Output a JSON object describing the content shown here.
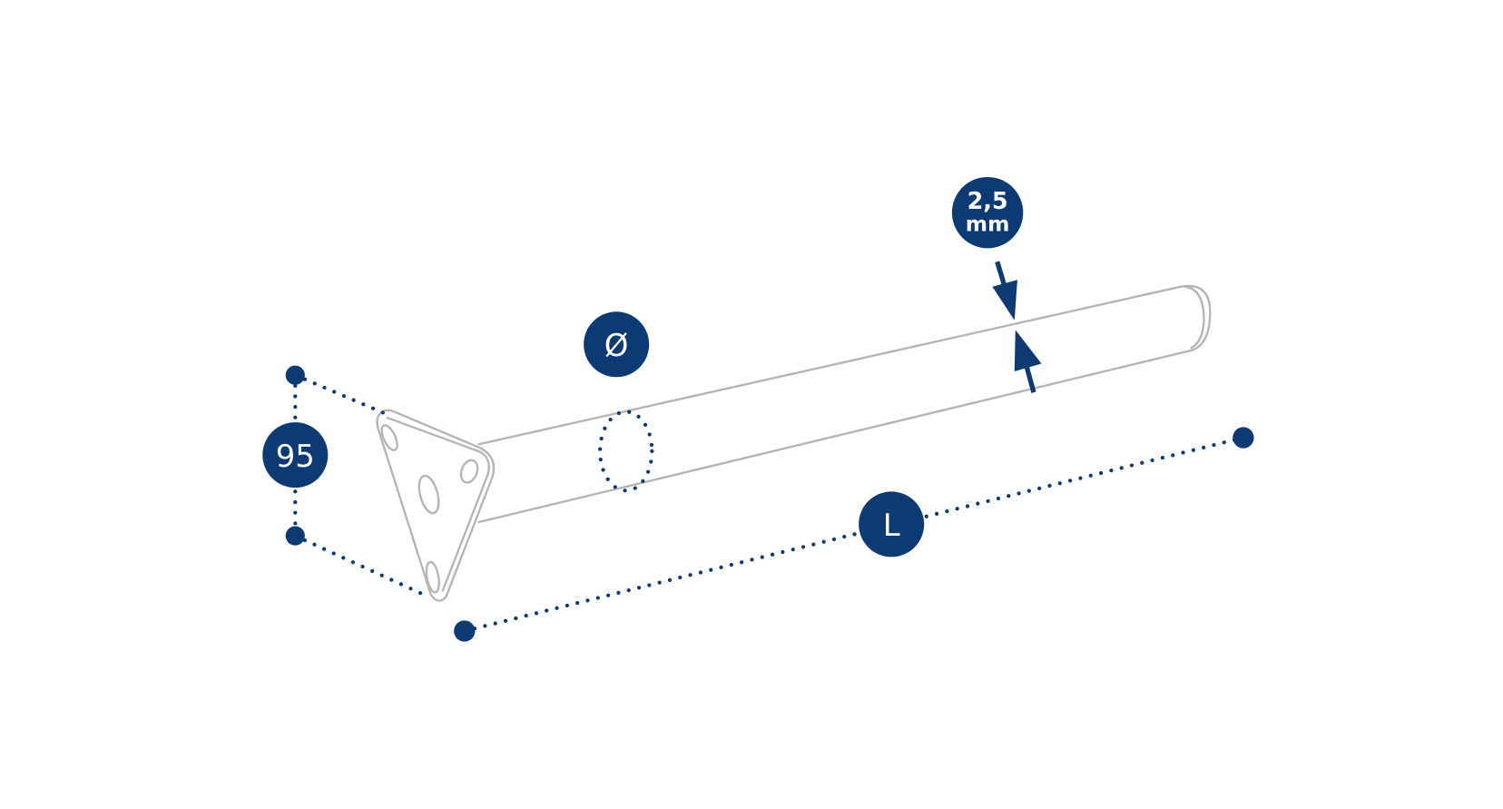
{
  "colors": {
    "accent": "#0d3a73",
    "outline": "#b5b5b5",
    "background": "#ffffff"
  },
  "labels": {
    "plate_size": "95",
    "diameter": "Ø",
    "length": "L",
    "wall_thickness_value": "2,5",
    "wall_thickness_unit": "mm"
  }
}
